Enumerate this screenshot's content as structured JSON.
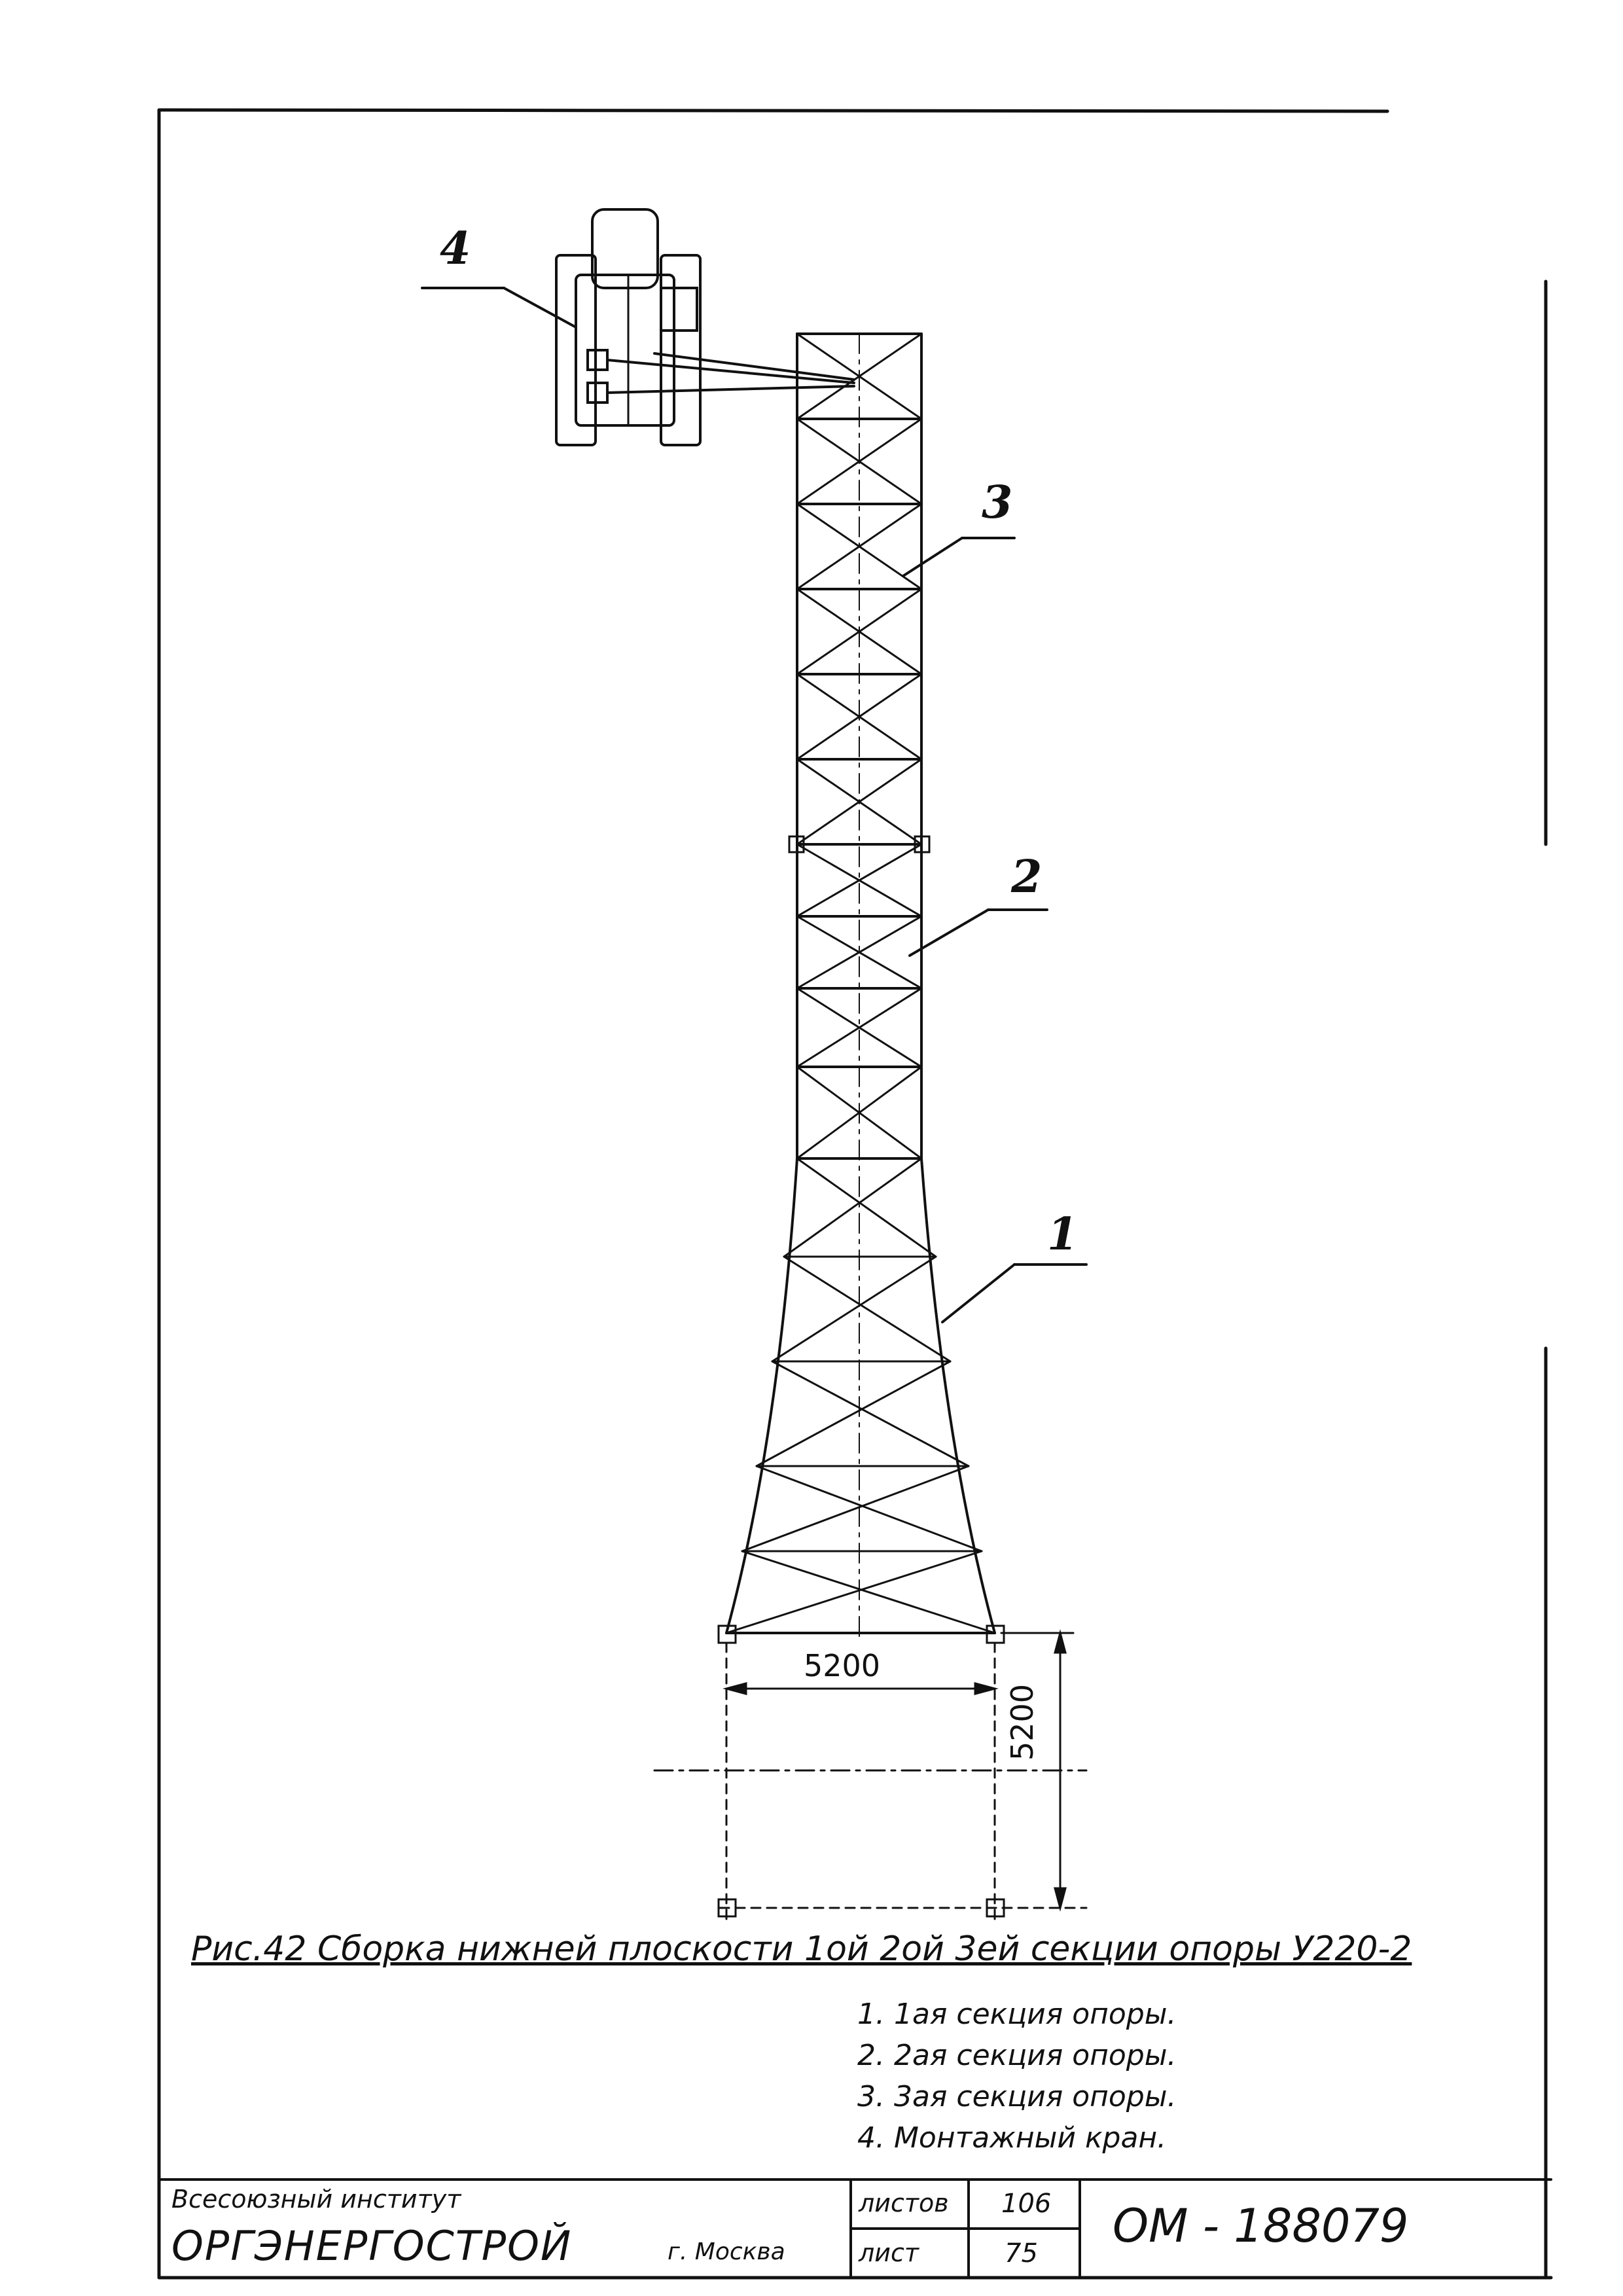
{
  "callouts": {
    "c1": "1",
    "c2": "2",
    "c3": "3",
    "c4": "4"
  },
  "dimensions": {
    "horizontal": "5200",
    "vertical": "5200"
  },
  "caption": "Рис.42 Сборка нижней плоскости 1ой 2ой 3ей секции опоры У220-2",
  "legend": [
    "1. 1ая секция опоры.",
    "2. 2ая секция опоры.",
    "3. 3ая секция опоры.",
    "4. Монтажный кран."
  ],
  "title_block": {
    "institute": "Всесоюзный институт",
    "org": "ОРГЭНЕРГОСТРОЙ",
    "city": "г. Москва",
    "sheets_label": "листов",
    "sheets_value": "106",
    "sheet_label": "лист",
    "sheet_value": "75",
    "doc_number": "ОМ - 188079"
  }
}
